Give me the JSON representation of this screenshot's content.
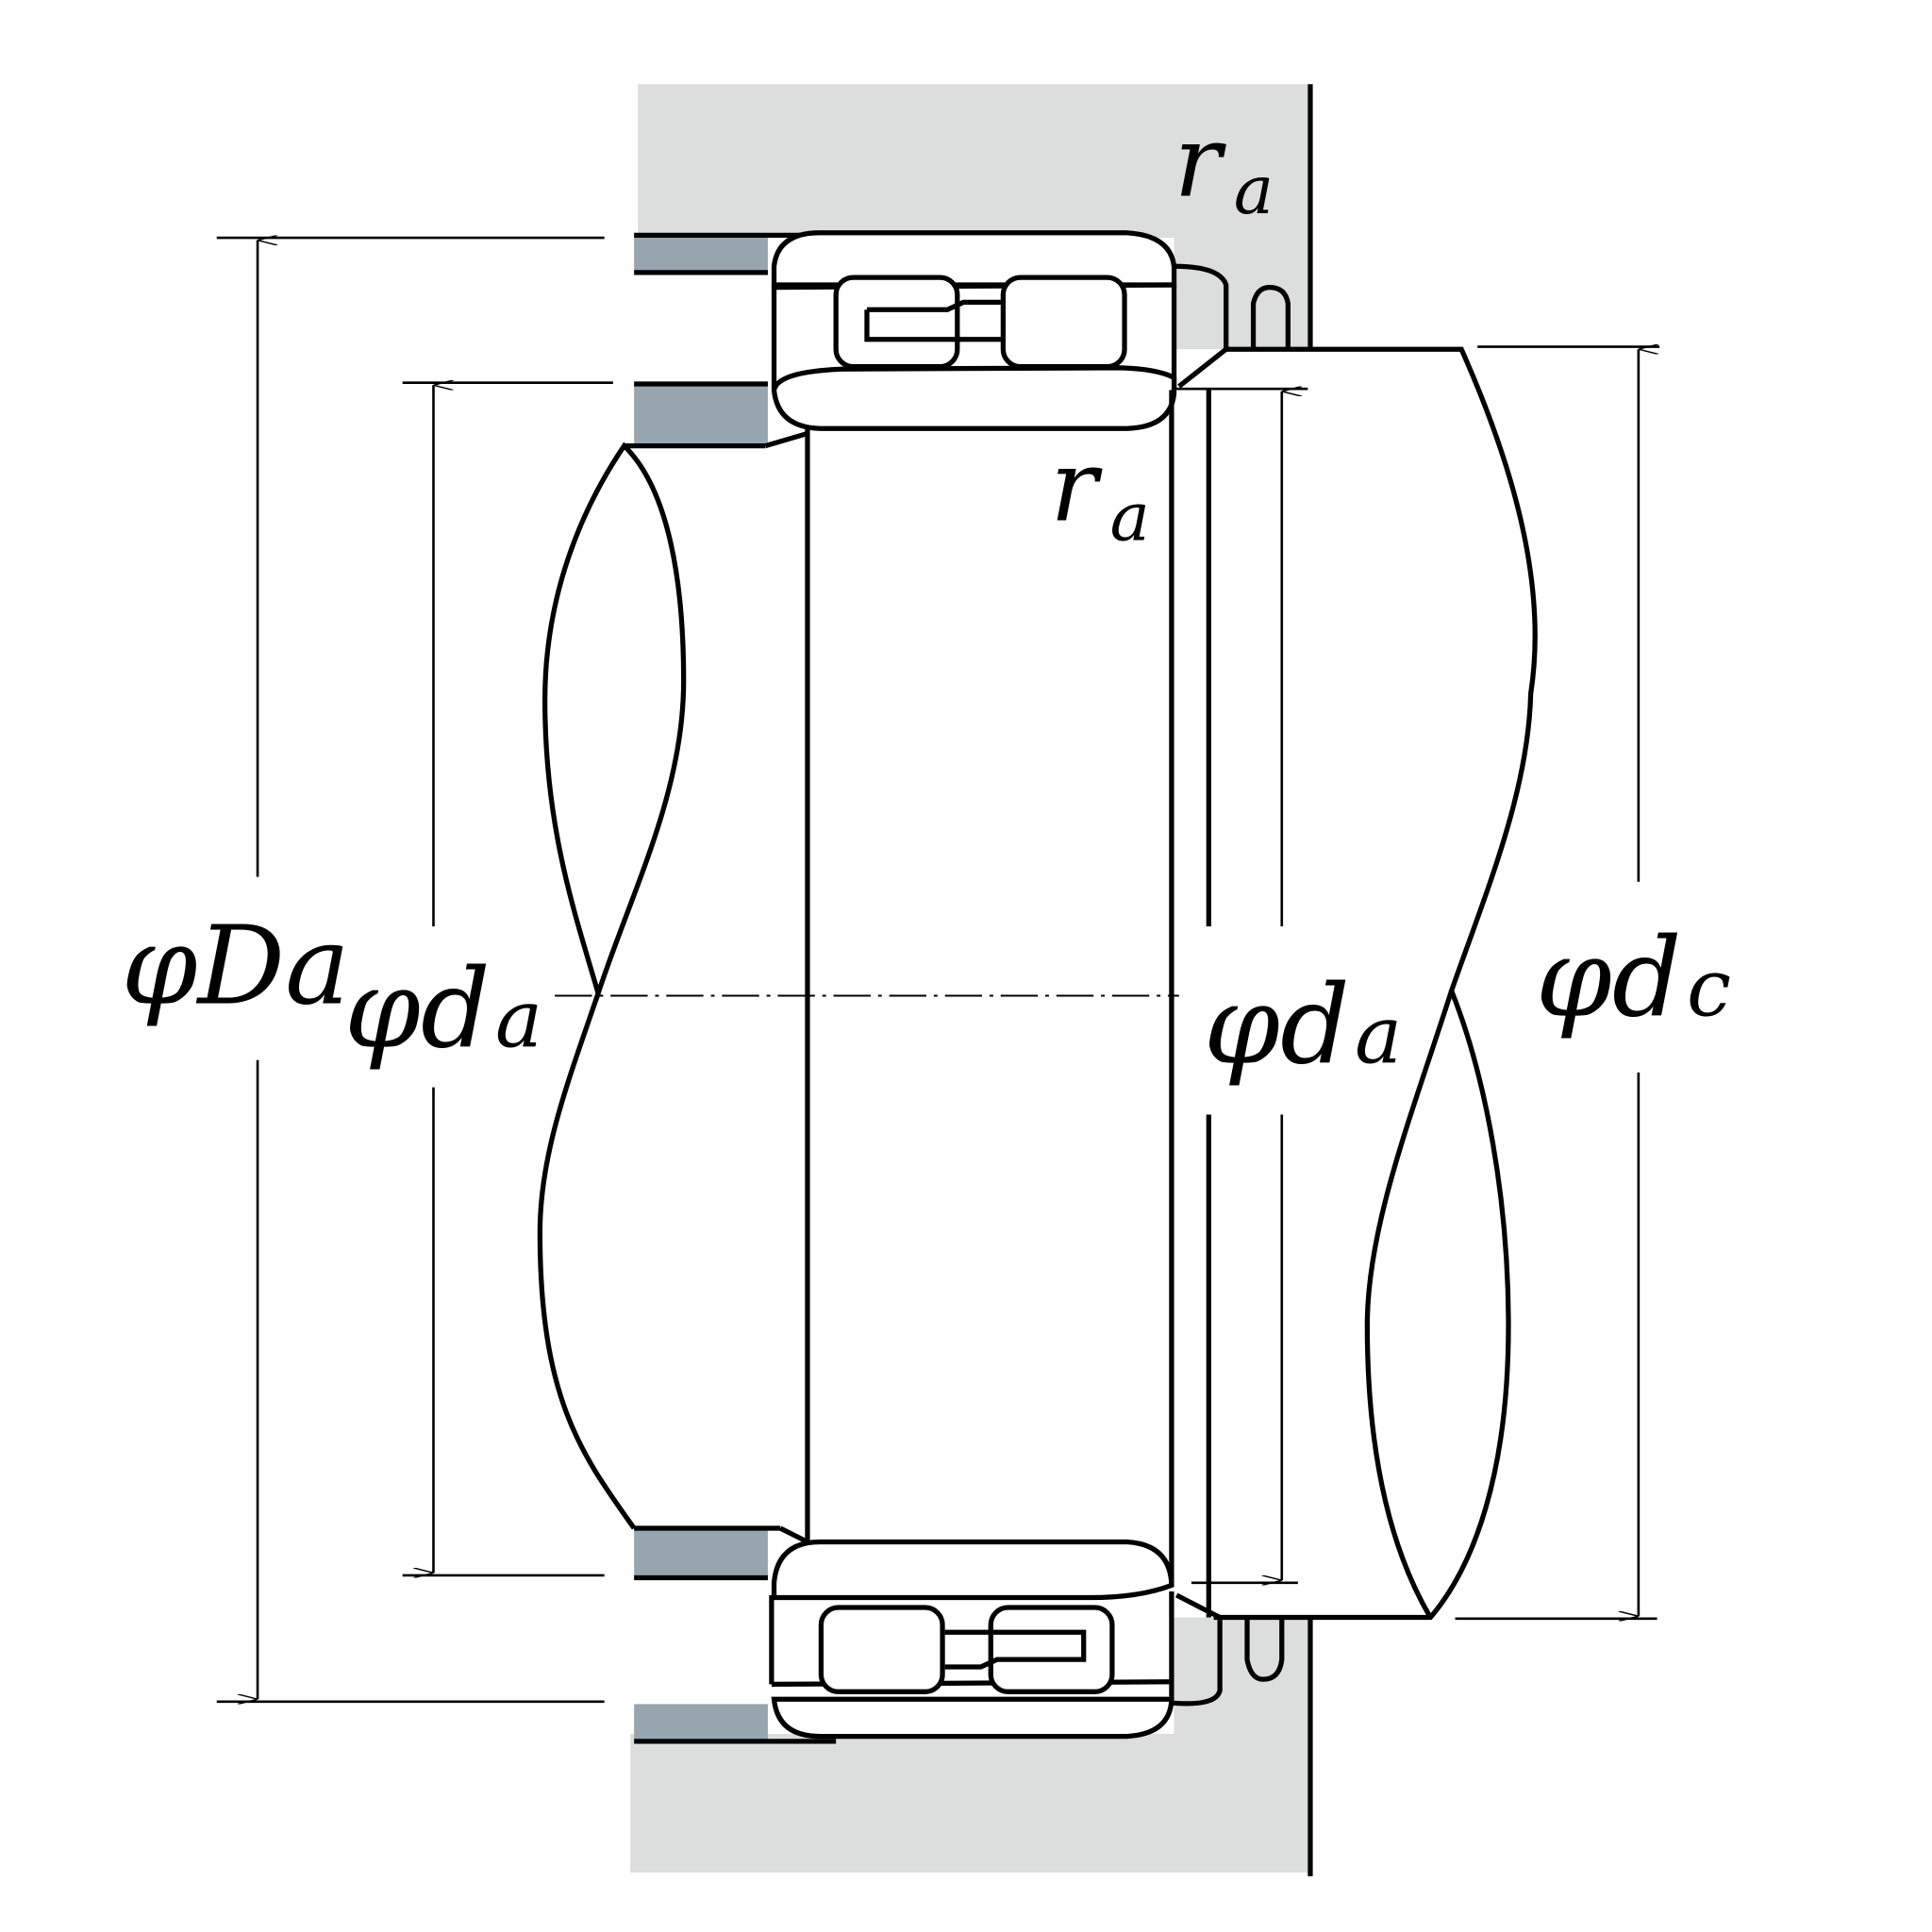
{
  "colors": {
    "housing": "#dcdedd",
    "spacer": "#97a6ae",
    "line": "#000000",
    "background": "#ffffff"
  },
  "labels": {
    "Da": {
      "symbol": "φ",
      "main": "D",
      "sub": "a"
    },
    "da_left": {
      "symbol": "φ",
      "main": "d",
      "sub": "a"
    },
    "da_right": {
      "symbol": "φ",
      "main": "d",
      "sub": "a"
    },
    "dc": {
      "symbol": "φ",
      "main": "d",
      "sub": "c"
    },
    "ra_top": {
      "main": "r",
      "sub": "a"
    },
    "ra_mid": {
      "main": "r",
      "sub": "a"
    }
  }
}
